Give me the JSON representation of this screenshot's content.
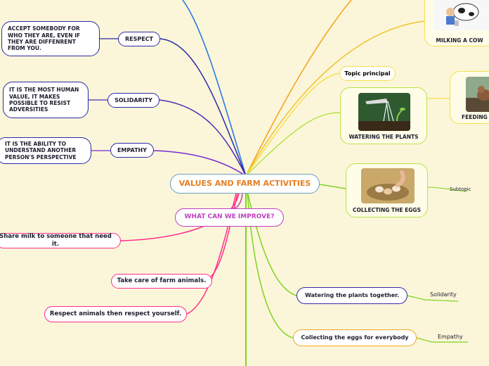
{
  "central": {
    "title": "VALUES AND FARM ACTIVITIES"
  },
  "values": [
    {
      "name": "RESPECT",
      "description": "ACCEPT SOMEBODY FOR WHO THEY ARE, EVEN IF THEY ARE DIFFENRENT FROM YOU."
    },
    {
      "name": "SOLIDARITY",
      "description": "IT IS THE MOST HUMAN VALUE, IT MAKES POSSIBLE TO RESIST ADVERSITIES"
    },
    {
      "name": "EMPATHY",
      "description": "IT IS THE ABILITY TO UNDERSTAND ANOTHER PERSON'S PERSPECTIVE"
    }
  ],
  "improve": {
    "title": "WHAT CAN WE IMPROVE?",
    "items": [
      "Share milk to someone that need it.",
      "Take care of farm animals.",
      "Respect animals then respect yourself."
    ]
  },
  "activities": [
    {
      "caption": "MILKING A COW",
      "icon": "milking-cow-photo"
    },
    {
      "caption": "Topic principal"
    },
    {
      "caption": "FEEDING T",
      "icon": "feeding-animals-photo"
    },
    {
      "caption": "WATERING THE PLANTS",
      "icon": "watering-plants-photo"
    },
    {
      "caption": "COLLECTING THE EGGS",
      "icon": "eggs-nest-photo",
      "subtopic": "Subtopic"
    }
  ],
  "together": [
    {
      "action": "Watering the plants together.",
      "value": "Solidarity"
    },
    {
      "action": "Collecting the eggs for everybody",
      "value": "Empathy"
    }
  ],
  "colors": {
    "background": "#fbf6d9",
    "central_text": "#e67e22",
    "value_branch": "#2a2aa8",
    "improve_branch": "#c040c0",
    "pink_branch": "#ff2d8c",
    "green_branch": "#7ed321",
    "yellow_branch": "#f4e04d",
    "orange_branch": "#f5a623"
  }
}
